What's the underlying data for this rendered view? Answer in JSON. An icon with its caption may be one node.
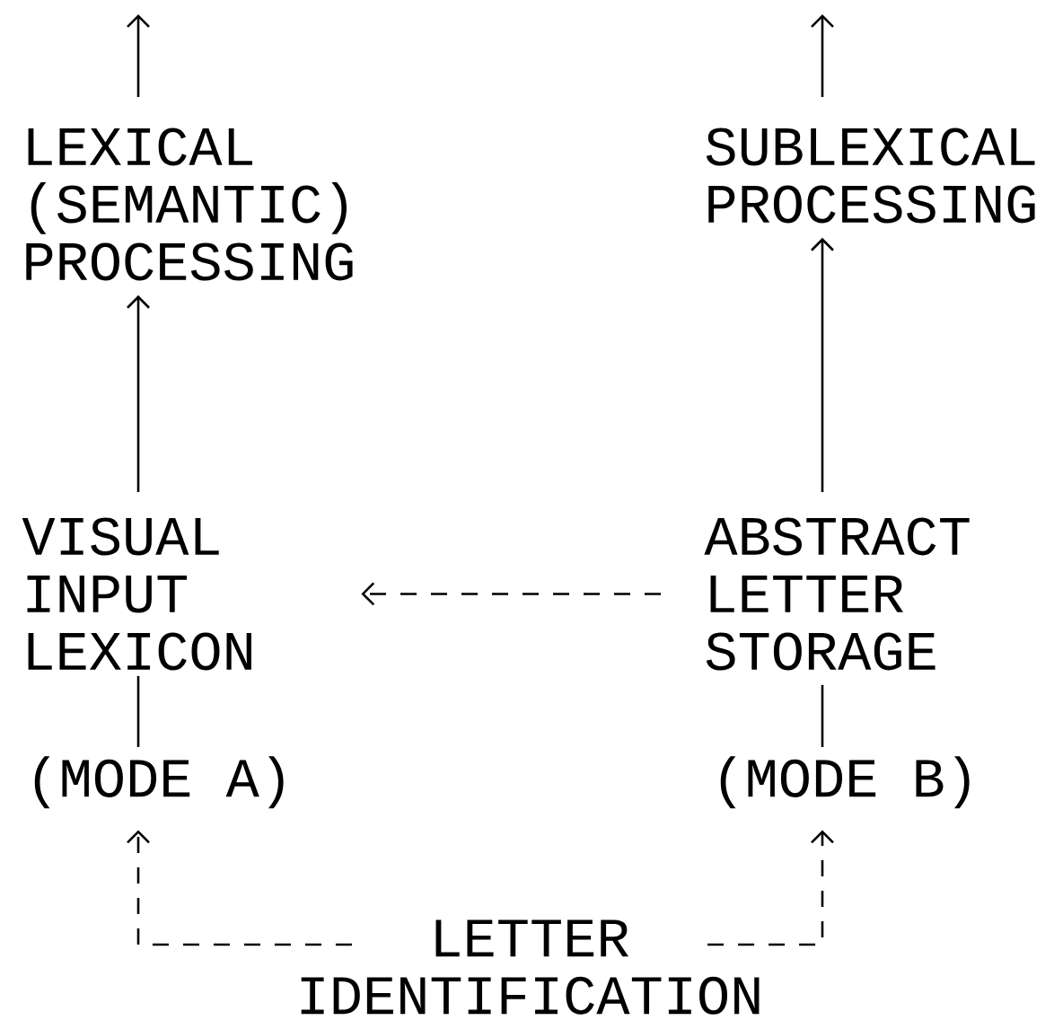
{
  "diagram": {
    "nodes": [
      {
        "text": [
          "LEXICAL (SEMANTIC) PROCESSING"
        ]
      },
      {
        "text": [
          "SUBLEXICAL PROCESSING"
        ]
      },
      {
        "text": [
          "VISUAL INPUT LEXICON"
        ]
      },
      {
        "text": [
          "ABSTRACT LETTER STORAGE"
        ]
      },
      {
        "text": [
          "(MODE A)"
        ]
      },
      {
        "text": [
          "(MODE B)"
        ]
      },
      {
        "text": [
          "LETTER IDENTIFICATION"
        ]
      }
    ],
    "edges": [
      {
        "from": 0,
        "to": null,
        "arrow": "to"
      },
      {
        "from": 1,
        "to": null,
        "arrow": "to"
      },
      {
        "from": 2,
        "to": 0,
        "arrow": "to"
      },
      {
        "from": 3,
        "to": 1,
        "arrow": "to"
      },
      {
        "from": 3,
        "to": 2,
        "arrow": "to",
        "style": "dashed"
      },
      {
        "from": 2,
        "to": 4,
        "arrow": "none"
      },
      {
        "from": 3,
        "to": 5,
        "arrow": "none"
      },
      {
        "from": 6,
        "to": 4,
        "arrow": "to",
        "style": "dashed"
      },
      {
        "from": 6,
        "to": 5,
        "arrow": "to",
        "style": "dashed"
      }
    ]
  }
}
